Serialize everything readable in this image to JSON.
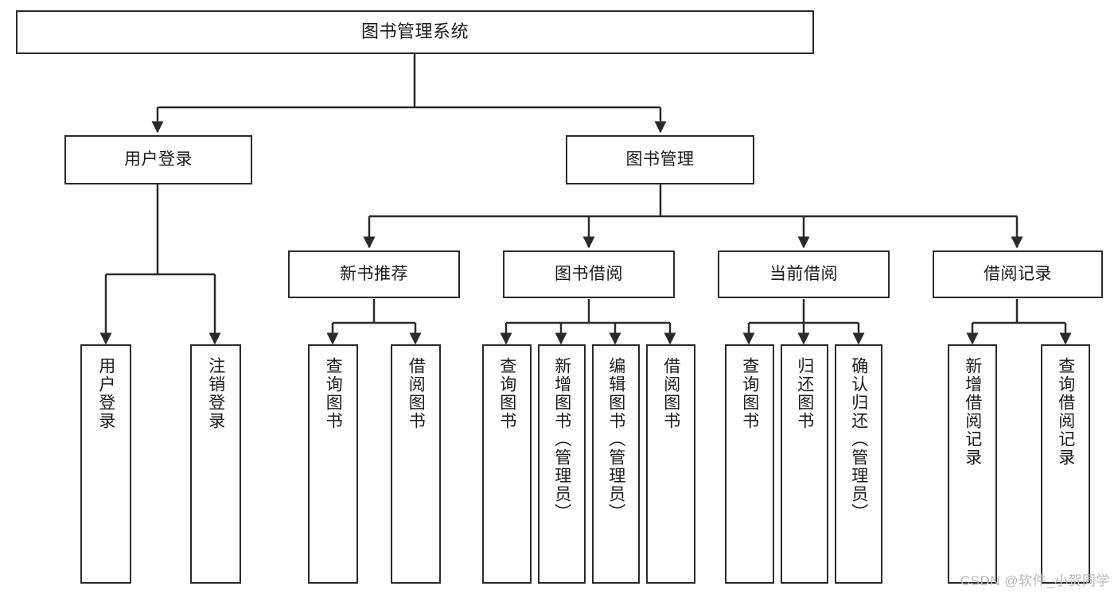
{
  "diagram": {
    "title": "图书管理系统",
    "type": "tree-hierarchy",
    "colors": {
      "box_border": "#2a2a2a",
      "box_fill": "#ffffff",
      "edge": "#2a2a2a",
      "text": "#1a1a1a",
      "watermark": "#b9b9b9"
    },
    "root": {
      "label": "图书管理系统"
    },
    "level2": [
      {
        "label": "用户登录"
      },
      {
        "label": "图书管理"
      }
    ],
    "level3": [
      {
        "label": "新书推荐"
      },
      {
        "label": "图书借阅"
      },
      {
        "label": "当前借阅"
      },
      {
        "label": "借阅记录"
      }
    ],
    "leaves": {
      "user_login": [
        {
          "label": "用户登录"
        },
        {
          "label": "注销登录"
        }
      ],
      "new_book_recommend": [
        {
          "label": "查询图书"
        },
        {
          "label": "借阅图书"
        }
      ],
      "book_borrow": [
        {
          "label": "查询图书"
        },
        {
          "label": "新增图书（管理员）"
        },
        {
          "label": "编辑图书（管理员）"
        },
        {
          "label": "借阅图书"
        }
      ],
      "current_borrow": [
        {
          "label": "查询图书"
        },
        {
          "label": "归还图书"
        },
        {
          "label": "确认归还（管理员）"
        }
      ],
      "borrow_records": [
        {
          "label": "新增借阅记录"
        },
        {
          "label": "查询借阅记录"
        }
      ]
    }
  },
  "watermark": {
    "text": "CSDN @软件_小贺同学"
  }
}
